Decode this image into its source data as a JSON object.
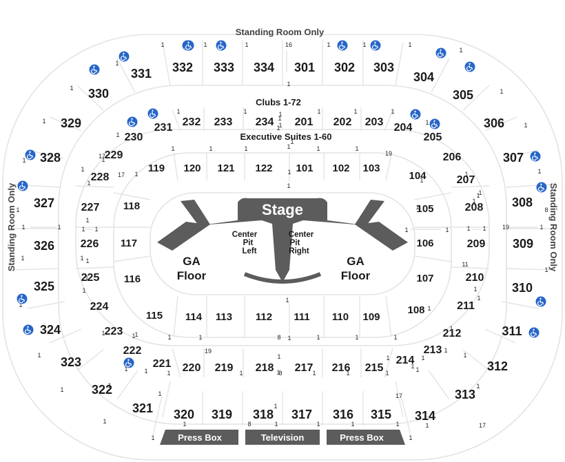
{
  "labels": {
    "standing_room_top": "Standing Room Only",
    "standing_room_left": "Standing Room Only",
    "standing_room_right": "Standing Room Only",
    "clubs": "Clubs 1-72",
    "suites": "Executive Suites 1-60",
    "stage": "Stage",
    "pit_left_lines": [
      "Center",
      "Pit",
      "Left"
    ],
    "pit_right_lines": [
      "Center",
      "Pit",
      "Right"
    ],
    "ga_left_lines": [
      "GA",
      "Floor"
    ],
    "ga_right_lines": [
      "GA",
      "Floor"
    ],
    "press_box_left": "Press Box",
    "television": "Television",
    "press_box_right": "Press Box"
  },
  "sections_300": [
    "332",
    "333",
    "334",
    "301",
    "302",
    "303",
    "331",
    "304",
    "330",
    "305",
    "329",
    "306",
    "328",
    "307",
    "327",
    "308",
    "326",
    "309",
    "325",
    "310",
    "324",
    "311",
    "323",
    "312",
    "322",
    "313",
    "321",
    "314",
    "320",
    "319",
    "318",
    "317",
    "316",
    "315"
  ],
  "sections_200": [
    "232",
    "233",
    "234",
    "201",
    "202",
    "203",
    "231",
    "204",
    "230",
    "205",
    "229",
    "206",
    "228",
    "207",
    "227",
    "208",
    "226",
    "209",
    "225",
    "210",
    "224",
    "211",
    "223",
    "212",
    "222",
    "213",
    "221",
    "214",
    "220",
    "219",
    "218",
    "217",
    "216",
    "215"
  ],
  "sections_100": [
    "119",
    "120",
    "121",
    "122",
    "101",
    "102",
    "103",
    "104",
    "118",
    "105",
    "117",
    "106",
    "116",
    "107",
    "115",
    "108",
    "114",
    "113",
    "112",
    "111",
    "110",
    "109"
  ],
  "row_numbers": [
    "1",
    "16",
    "1",
    "1",
    "1",
    "1",
    "1",
    "1",
    "1",
    "1",
    "1",
    "1",
    "1",
    "1",
    "1",
    "1",
    "1",
    "1",
    "1",
    "1",
    "8",
    "1",
    "1",
    "1",
    "1",
    "1",
    "19",
    "1",
    "1",
    "1",
    "1",
    "1",
    "1",
    "1",
    "1",
    "1",
    "1",
    "1",
    "1",
    "1",
    "1",
    "1",
    "1",
    "17",
    "1",
    "17",
    "1",
    "1",
    "8",
    "1",
    "19",
    "1",
    "1",
    "1",
    "8",
    "1",
    "1",
    "1",
    "1",
    "1",
    "1",
    "1",
    "1",
    "1",
    "1",
    "1",
    "1",
    "1",
    "1",
    "1",
    "1",
    "1",
    "1",
    "1",
    "1",
    "19",
    "1",
    "1",
    "1",
    "1",
    "1",
    "1",
    "1",
    "1",
    "1",
    "1",
    "1",
    "1",
    "1",
    "1",
    "1",
    "1",
    "1",
    "1",
    "1",
    "1",
    "1",
    "1",
    "8",
    "1",
    "1",
    "1",
    "1",
    "1",
    "1",
    "1",
    "1",
    "1",
    "1",
    "1",
    "1",
    "1",
    "11",
    "17",
    "17",
    "1",
    "1",
    "1",
    "1",
    "1"
  ],
  "accessible_icons": [
    "wheelchair-icon",
    "wheelchair-icon",
    "wheelchair-icon",
    "wheelchair-icon",
    "wheelchair-icon",
    "wheelchair-icon",
    "wheelchair-icon",
    "wheelchair-icon",
    "wheelchair-icon",
    "wheelchair-icon",
    "wheelchair-icon",
    "wheelchair-icon",
    "wheelchair-icon",
    "wheelchair-icon",
    "wheelchair-icon",
    "wheelchair-icon",
    "wheelchair-icon",
    "wheelchair-icon",
    "wheelchair-icon",
    "wheelchair-icon",
    "wheelchair-icon",
    "wheelchair-icon"
  ],
  "colors": {
    "stage": "#5c5c5c",
    "bars": "#5c5c5c",
    "accessible": "#2766c9",
    "outline": "#e3e3e3"
  }
}
